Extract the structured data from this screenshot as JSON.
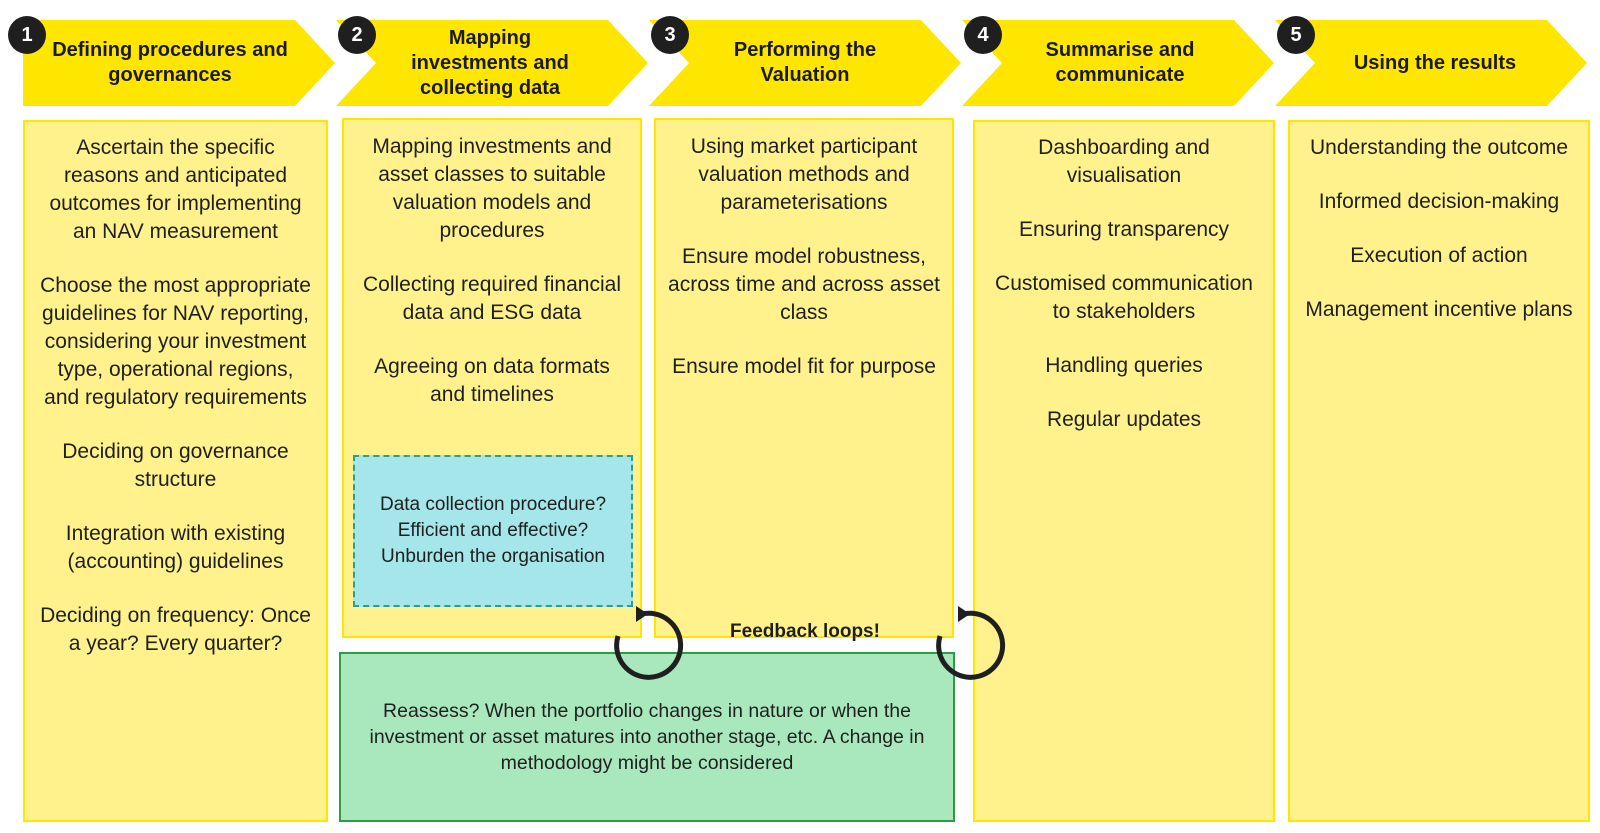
{
  "colors": {
    "chevron": "#ffe600",
    "panel": "#fff28c",
    "badge": "#1f1f1f",
    "teal_box": "#a4e6ea",
    "green_box": "#a9e8bd"
  },
  "steps": [
    {
      "number": "1",
      "title": "Defining procedures and governances",
      "items": [
        "Ascertain the specific reasons and anticipated outcomes for implementing an NAV measurement",
        "Choose the most appropriate guidelines for NAV reporting, considering your investment type, operational regions, and regulatory requirements",
        "Deciding on governance structure",
        "Integration with existing (accounting) guidelines",
        "Deciding on frequency: Once a year? Every quarter?"
      ]
    },
    {
      "number": "2",
      "title": "Mapping investments and collecting data",
      "items": [
        "Mapping investments and asset classes to suitable valuation models and procedures",
        "Collecting required financial data and ESG data",
        "Agreeing on data formats and timelines"
      ]
    },
    {
      "number": "3",
      "title": "Performing the Valuation",
      "items": [
        "Using market participant valuation methods and parameterisations",
        "Ensure model robustness, across time and across asset class",
        "Ensure model fit for purpose"
      ]
    },
    {
      "number": "4",
      "title": "Summarise and communicate",
      "items": [
        "Dashboarding and visualisation",
        "Ensuring transparency",
        "Customised communication to stakeholders",
        "Handling queries",
        "Regular updates"
      ]
    },
    {
      "number": "5",
      "title": "Using the results",
      "items": [
        "Understanding the outcome",
        "Informed decision-making",
        "Execution of action",
        "Management incentive plans"
      ]
    }
  ],
  "data_collection_note": "Data collection procedure? Efficient and effective? Unburden the organisation",
  "feedback_label": "Feedback loops!",
  "reassess_note": "Reassess? When the portfolio changes in nature or when the investment or asset matures into another stage, etc. A change in methodology might be considered"
}
